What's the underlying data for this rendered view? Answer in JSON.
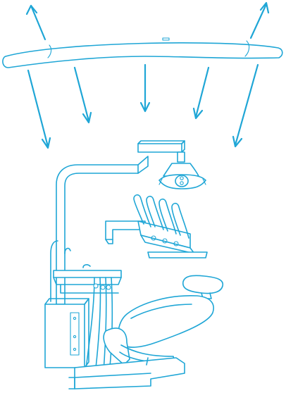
{
  "figure": {
    "kind": "illustration",
    "stroke_color": "#1fa6d6",
    "background": "#ffffff",
    "lamp_logo_text": "",
    "subjects": [
      "ceiling-light-panel",
      "light-rays",
      "dental-operating-lamp",
      "dental-chair",
      "instrument-delivery-unit",
      "assistant-holder"
    ]
  }
}
